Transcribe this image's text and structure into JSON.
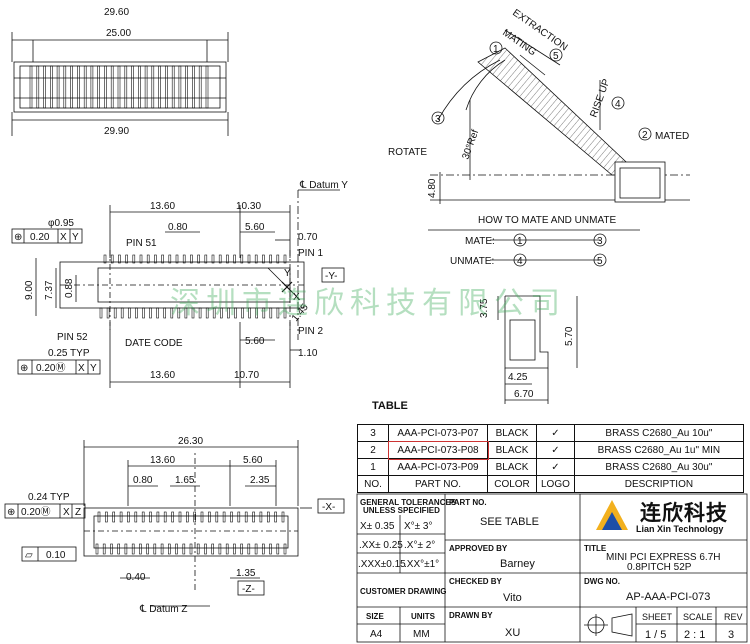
{
  "top_view": {
    "dim_overall": "29.60",
    "dim_inner": "25.00",
    "dim_base": "29.90"
  },
  "side_view": {
    "extraction": "EXTRACTION",
    "mating": "MATING",
    "step1": "1",
    "step5": "5",
    "step3": "3",
    "step4": "4",
    "step2": "2",
    "rise_up": "RISE UP",
    "rotate": "ROTATE",
    "angle": "30°Ref",
    "mated": "MATED",
    "height": "4.80",
    "how_to": "HOW TO MATE AND UNMATE",
    "mate_label": "MATE:",
    "mate_from": "1",
    "mate_to": "3",
    "unmate_label": "UNMATE:",
    "unmate_from": "4",
    "unmate_to": "5"
  },
  "datum_y": "Datum Y",
  "front_view": {
    "hole_dia": "φ0.95",
    "tol1": "0.20",
    "tol1_a": "X",
    "tol1_b": "Y",
    "d1360": "13.60",
    "d1030": "10.30",
    "d080": "0.80",
    "d560": "5.60",
    "d070": "0.70",
    "pin51": "PIN 51",
    "pin1": "PIN 1",
    "datum_y_box": "-Y-",
    "d900": "9.00",
    "d737": "7.37",
    "d088": "0.88",
    "x_label": "X",
    "y_label": "Y",
    "r145": "1.45",
    "pin52": "PIN 52",
    "date_code": "DATE CODE",
    "pin2": "PIN 2",
    "d560b": "5.60",
    "d110": "1.10",
    "typ": "0.25 TYP",
    "tol2": "0.20",
    "tol2_a": "X",
    "tol2_b": "Y",
    "d1360b": "13.60",
    "d1070": "10.70"
  },
  "profile_view": {
    "d375": "3.75",
    "d570": "5.70",
    "d425": "4.25",
    "d670": "6.70"
  },
  "bottom_view": {
    "d2630": "26.30",
    "d1360": "13.60",
    "d560": "5.60",
    "d080": "0.80",
    "d165": "1.65",
    "d235": "2.35",
    "typ": "0.24 TYP",
    "tol": "0.20",
    "tol_a": "X",
    "tol_b": "Z",
    "datum_x": "-X-",
    "flat": "0.10",
    "d040": "0.40",
    "d135": "1.35",
    "datum_z_box": "-Z-",
    "datum_z": "Datum Z"
  },
  "watermark": "深圳市连欣科技有限公司",
  "table_title": "TABLE",
  "rev_table": {
    "rows": [
      {
        "no": "3",
        "part": "AAA-PCI-073-P07",
        "color": "BLACK",
        "logo": "✓",
        "desc": "BRASS C2680_Au 10u\""
      },
      {
        "no": "2",
        "part": "AAA-PCI-073-P08",
        "color": "BLACK",
        "logo": "✓",
        "desc": "BRASS C2680_Au 1u\" MIN"
      },
      {
        "no": "1",
        "part": "AAA-PCI-073-P09",
        "color": "BLACK",
        "logo": "✓",
        "desc": "BRASS C2680_Au 30u\""
      }
    ],
    "header": {
      "no": "NO.",
      "part": "PART NO.",
      "color": "COLOR",
      "logo": "LOGO",
      "desc": "DESCRIPTION"
    }
  },
  "title_block": {
    "gen_tol": "GENERAL TOLERANCES",
    "unless": "UNLESS SPECIFIED",
    "tol_x": "X± 0.35",
    "tol_x_ang": "X°± 3°",
    "tol_xx": ".XX± 0.25",
    "tol_xx_ang": ".X°± 2°",
    "tol_xxx": ".XXX±0.15",
    "tol_xxx_ang": ".XX°±1°",
    "part_no_h": "PART NO.",
    "part_no_v": "SEE TABLE",
    "approved_h": "APPROVED BY",
    "approved_v": "Barney",
    "checked_h": "CHECKED BY",
    "checked_v": "Vito",
    "drawn_h": "DRAWN BY",
    "drawn_v": "XU",
    "customer": "CUSTOMER DRAWING",
    "size_h": "SIZE",
    "size_v": "A4",
    "units_h": "UNITS",
    "units_v": "MM",
    "title_h": "TITLE",
    "title_v1": "MINI PCI EXPRESS 6.7H",
    "title_v2": "0.8PITCH 52P",
    "dwg_h": "DWG NO.",
    "dwg_v": "AP-AAA-PCI-073",
    "sheet_h": "SHEET",
    "sheet_v": "1 / 5",
    "scale_h": "SCALE",
    "scale_v": "2 : 1",
    "rev_h": "REV",
    "rev_v": "3",
    "logo_cn": "连欣科技",
    "logo_en": "Lian Xin Technology"
  }
}
